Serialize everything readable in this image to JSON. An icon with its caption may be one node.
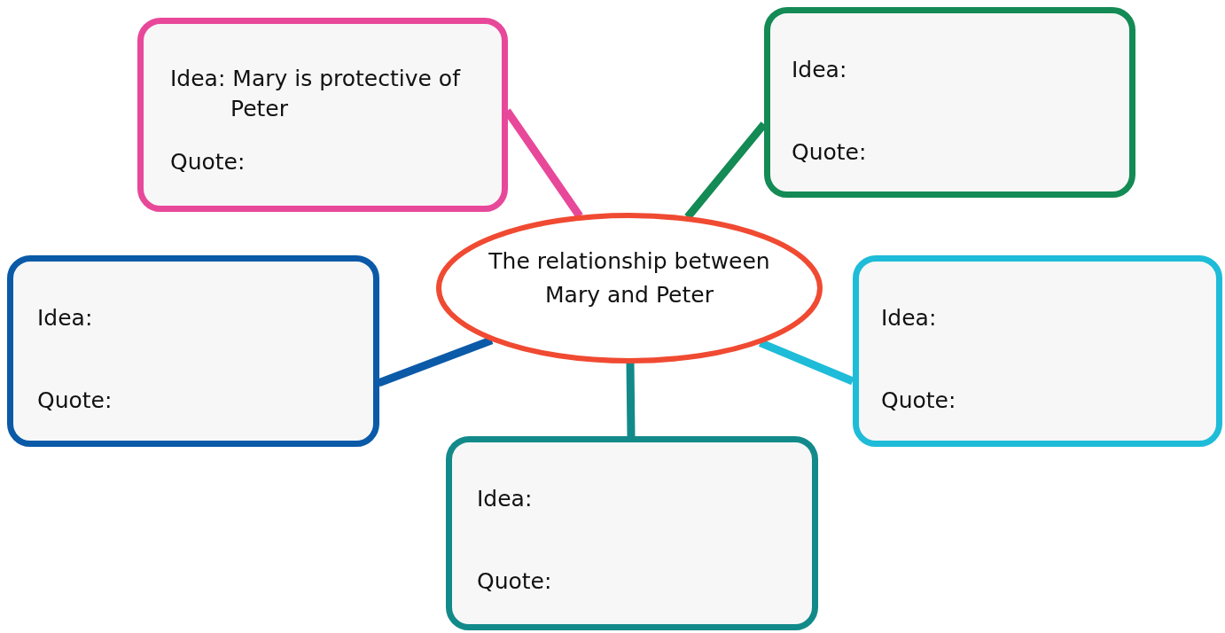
{
  "diagram": {
    "nodes": [
      {
        "text": [
          "Idea: Mary is protective of Peter",
          "Quote:"
        ]
      },
      {
        "text": [
          "Idea:",
          "Quote:"
        ]
      },
      {
        "text": [
          "The relationship between Mary and Peter"
        ]
      },
      {
        "text": [
          "Idea:",
          "Quote:"
        ]
      },
      {
        "text": [
          "Idea:",
          "Quote:"
        ]
      },
      {
        "text": [
          "Idea:",
          "Quote:"
        ]
      }
    ],
    "edges": [
      {
        "from": 2,
        "to": 0,
        "arrow": "none",
        "color": "#e8489a"
      },
      {
        "from": 2,
        "to": 1,
        "arrow": "none",
        "color": "#148a55"
      },
      {
        "from": 2,
        "to": 3,
        "arrow": "none",
        "color": "#0a5aa8"
      },
      {
        "from": 2,
        "to": 4,
        "arrow": "none",
        "color": "#1ebcd8"
      },
      {
        "from": 2,
        "to": 5,
        "arrow": "none",
        "color": "#138a8a"
      }
    ]
  }
}
